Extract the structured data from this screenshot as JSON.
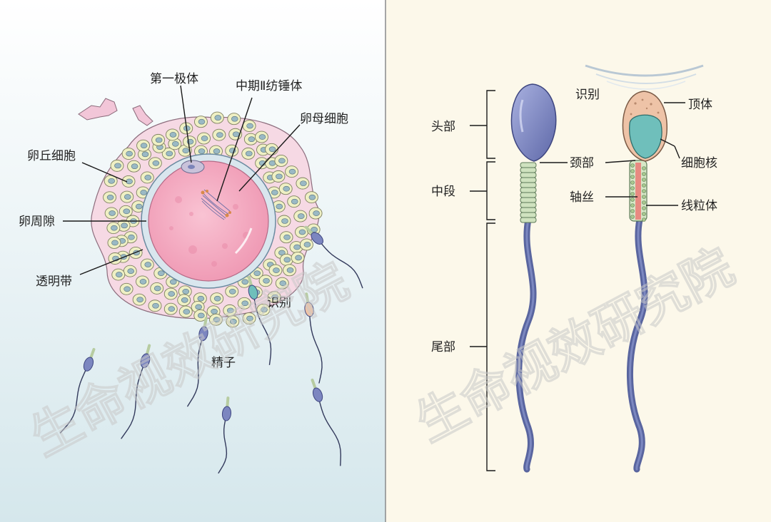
{
  "left_labels": {
    "first_polar_body": "第一极体",
    "metaphase_spindle": "中期Ⅱ纺锤体",
    "oocyte": "卵母细胞",
    "cumulus_cells": "卵丘细胞",
    "perivitelline_space": "卵周隙",
    "zona_pellucida": "透明带",
    "recognition": "识别",
    "sperm": "精子"
  },
  "right_labels": {
    "recognition": "识别",
    "head": "头部",
    "midpiece": "中段",
    "tail": "尾部",
    "neck": "颈部",
    "axoneme": "轴丝",
    "acrosome": "顶体",
    "nucleus": "细胞核",
    "mitochondria": "线粒体"
  },
  "watermark": "生命视效研究院",
  "colors": {
    "left_bg_top": "#ffffff",
    "left_bg_bottom": "#d5e7ec",
    "right_bg": "#fcf8ea",
    "oocyte": "#f3a6be",
    "corona": "#f6d9e4",
    "cumulus_cell": "#eff0c4",
    "cumulus_nucleus": "#9ab9c4",
    "sperm_body": "#6b78b3",
    "sperm_head": "#7c86c0",
    "midpiece": "#cfe2bf",
    "acrosome": "#eec3a7",
    "nucleus_teal": "#6fbfbb"
  }
}
